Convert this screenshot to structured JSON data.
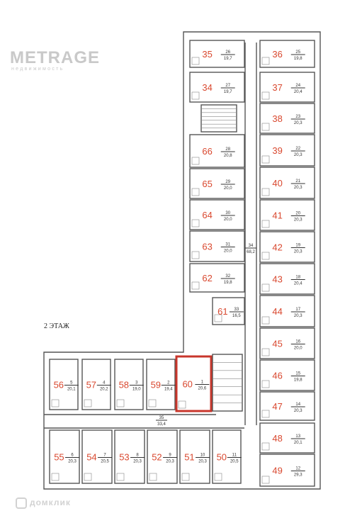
{
  "brand": {
    "name": "METRAGE",
    "tagline": "недвижимость"
  },
  "floor_label": "2  ЭТАЖ",
  "watermark": "домклик",
  "highlight_color": "#c8362b",
  "number_color": "#d9482f",
  "rooms": [
    {
      "no": "35",
      "id": "26",
      "area": "19,7"
    },
    {
      "no": "34",
      "id": "27",
      "area": "19,7"
    },
    {
      "no": "66",
      "id": "28",
      "area": "20,8"
    },
    {
      "no": "65",
      "id": "29",
      "area": "20,0"
    },
    {
      "no": "64",
      "id": "30",
      "area": "20,0"
    },
    {
      "no": "63",
      "id": "31",
      "area": "20,0"
    },
    {
      "no": "62",
      "id": "32",
      "area": "19,8"
    },
    {
      "no": "61",
      "id": "33",
      "area": "16,5"
    },
    {
      "no": "36",
      "id": "25",
      "area": "19,8"
    },
    {
      "no": "37",
      "id": "24",
      "area": "20,4"
    },
    {
      "no": "38",
      "id": "23",
      "area": "20,3"
    },
    {
      "no": "39",
      "id": "22",
      "area": "20,3"
    },
    {
      "no": "40",
      "id": "21",
      "area": "20,3"
    },
    {
      "no": "41",
      "id": "20",
      "area": "20,3"
    },
    {
      "no": "42",
      "id": "19",
      "area": "20,3"
    },
    {
      "no": "43",
      "id": "18",
      "area": "20,4"
    },
    {
      "no": "44",
      "id": "17",
      "area": "20,3"
    },
    {
      "no": "45",
      "id": "16",
      "area": "20,0"
    },
    {
      "no": "46",
      "id": "15",
      "area": "19,8"
    },
    {
      "no": "47",
      "id": "14",
      "area": "20,3"
    },
    {
      "no": "48",
      "id": "13",
      "area": "20,1"
    },
    {
      "no": "49",
      "id": "12",
      "area": "29,3"
    },
    {
      "no": "56",
      "id": "5",
      "area": "20,1"
    },
    {
      "no": "57",
      "id": "4",
      "area": "20,2"
    },
    {
      "no": "58",
      "id": "3",
      "area": "19,0"
    },
    {
      "no": "59",
      "id": "2",
      "area": "19,4"
    },
    {
      "no": "60",
      "id": "1",
      "area": "20,6"
    },
    {
      "no": "55",
      "id": "6",
      "area": "20,3"
    },
    {
      "no": "54",
      "id": "7",
      "area": "20,5"
    },
    {
      "no": "53",
      "id": "8",
      "area": "20,3"
    },
    {
      "no": "52",
      "id": "9",
      "area": "20,3"
    },
    {
      "no": "51",
      "id": "10",
      "area": "20,3"
    },
    {
      "no": "50",
      "id": "11",
      "area": "20,5"
    }
  ],
  "corridors": [
    {
      "id": "34",
      "area": "68,2"
    },
    {
      "id": "35",
      "area": "33,4"
    }
  ],
  "highlighted_room": "60"
}
